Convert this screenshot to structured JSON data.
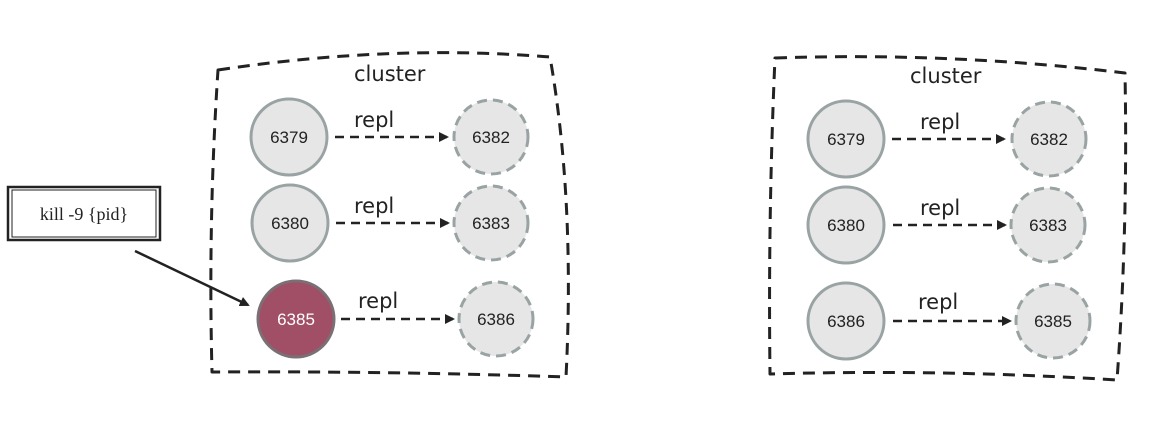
{
  "colors": {
    "node_fill": "#e6e6e6",
    "node_stroke": "#9aa3a3",
    "failed_fill": "#a14f66",
    "failed_stroke": "#7a6f74",
    "ink": "#222222"
  },
  "before": {
    "cluster_label": "cluster",
    "replicas": [
      {
        "master": "6379",
        "slave": "6382",
        "link_label": "repl"
      },
      {
        "master": "6380",
        "slave": "6383",
        "link_label": "repl"
      },
      {
        "master": "6385",
        "slave": "6386",
        "link_label": "repl",
        "master_failed": true
      }
    ]
  },
  "after": {
    "cluster_label": "cluster",
    "replicas": [
      {
        "master": "6379",
        "slave": "6382",
        "link_label": "repl"
      },
      {
        "master": "6380",
        "slave": "6383",
        "link_label": "repl"
      },
      {
        "master": "6386",
        "slave": "6385",
        "link_label": "repl"
      }
    ]
  },
  "command_box": {
    "text": "kill -9 {pid}"
  }
}
